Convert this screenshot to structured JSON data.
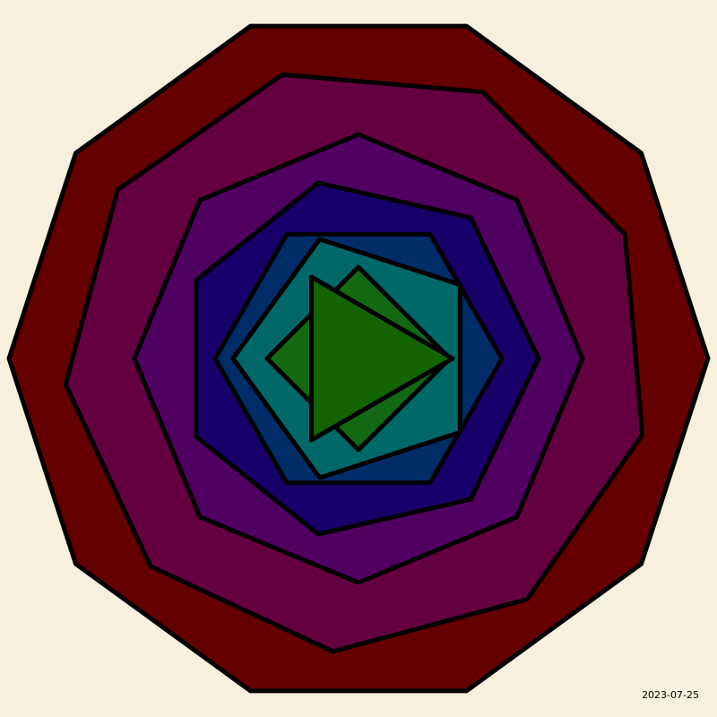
{
  "canvas": {
    "background": "#f7f0dd",
    "stroke_color": "#000000"
  },
  "date_text": "2023-07-25",
  "polygons": [
    {
      "name": "decagon",
      "sides": 10,
      "fill": "#640000"
    },
    {
      "name": "nonagon",
      "sides": 9,
      "fill": "#640040"
    },
    {
      "name": "octagon",
      "sides": 8,
      "fill": "#500060"
    },
    {
      "name": "heptagon",
      "sides": 7,
      "fill": "#18006a"
    },
    {
      "name": "hexagon",
      "sides": 6,
      "fill": "#002c68"
    },
    {
      "name": "pentagon",
      "sides": 5,
      "fill": "#006868"
    },
    {
      "name": "square",
      "sides": 4,
      "fill": "#136812"
    },
    {
      "name": "triangle",
      "sides": 3,
      "fill": "#136400"
    }
  ]
}
